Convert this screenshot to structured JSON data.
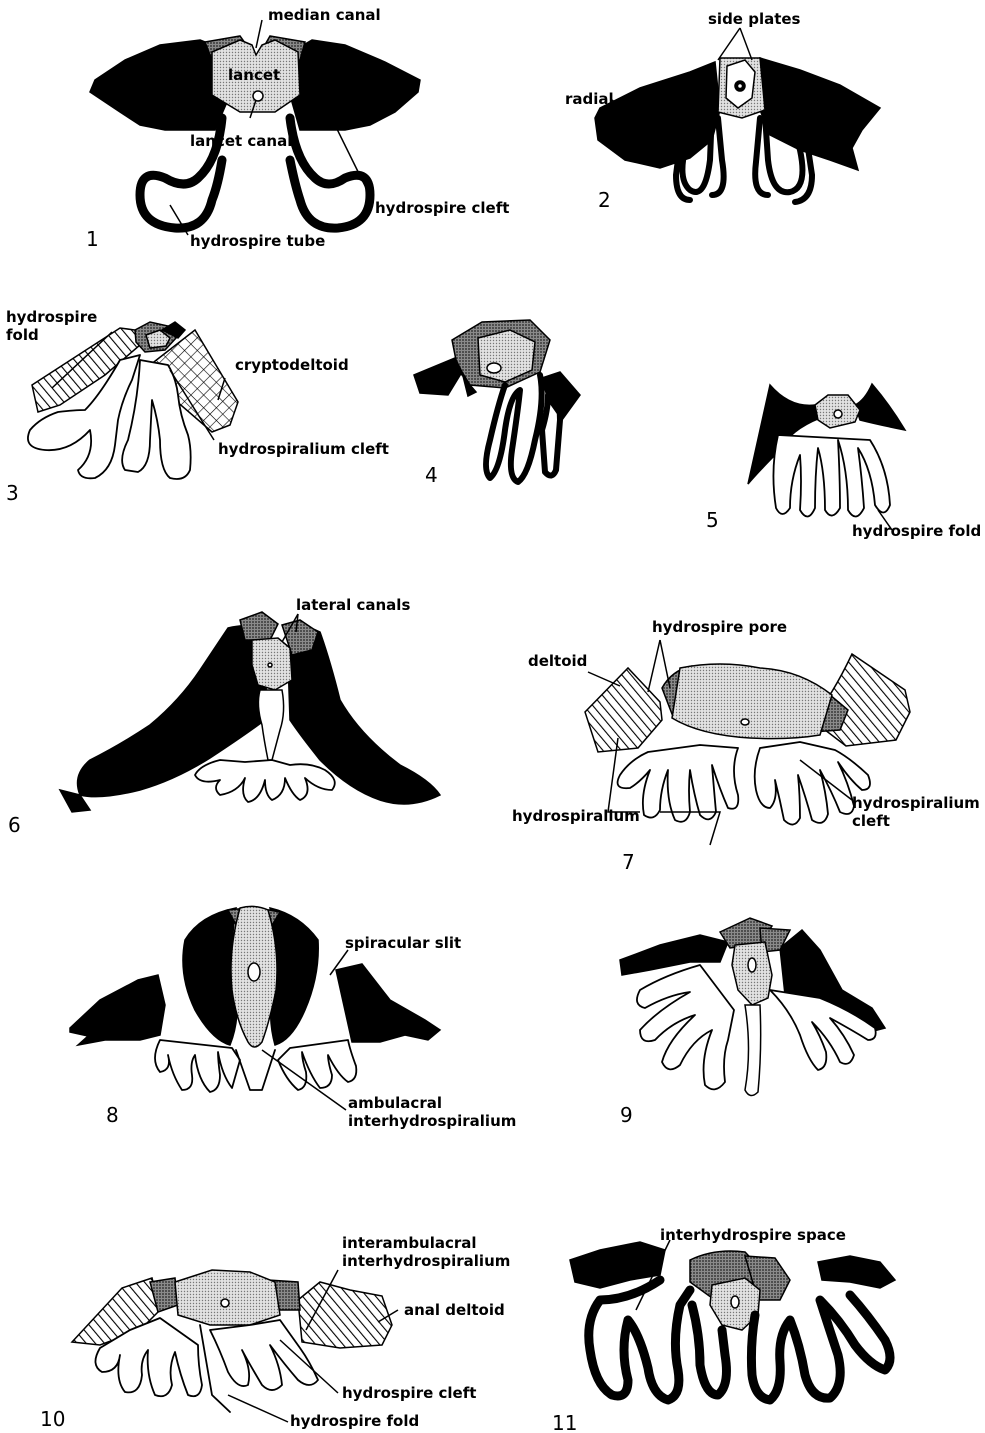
{
  "figures": [
    {
      "number": "1",
      "labels": {
        "median_canal": "median canal",
        "lancet": "lancet",
        "lancet_canal": "lancet canal",
        "hydrospire_cleft": "hydrospire cleft",
        "hydrospire_tube": "hydrospire tube"
      }
    },
    {
      "number": "2",
      "labels": {
        "side_plates": "side plates",
        "radial": "radial"
      }
    },
    {
      "number": "3",
      "labels": {
        "hydrospire_fold_line1": "hydrospire",
        "hydrospire_fold_line2": "fold",
        "cryptodeltoid": "cryptodeltoid",
        "hydrospiralium_cleft": "hydrospiralium cleft"
      }
    },
    {
      "number": "4",
      "labels": {}
    },
    {
      "number": "5",
      "labels": {
        "hydrospire_fold": "hydrospire fold"
      }
    },
    {
      "number": "6",
      "labels": {
        "lateral_canals": "lateral canals"
      }
    },
    {
      "number": "7",
      "labels": {
        "hydrospire_pore": "hydrospire pore",
        "deltoid": "deltoid",
        "hydrospiralium": "hydrospiralium",
        "hydrospiralium_cleft_line1": "hydrospiralium",
        "hydrospiralium_cleft_line2": "cleft"
      }
    },
    {
      "number": "8",
      "labels": {
        "spiracular_slit": "spiracular slit",
        "ambulacral_line1": "ambulacral",
        "ambulacral_line2": "interhydrospiralium"
      }
    },
    {
      "number": "9",
      "labels": {}
    },
    {
      "number": "10",
      "labels": {
        "interambulacral_line1": "interambulacral",
        "interambulacral_line2": "interhydrospiralium",
        "anal_deltoid": "anal deltoid",
        "hydrospire_cleft": "hydrospire cleft",
        "hydrospire_fold": "hydrospire fold"
      }
    },
    {
      "number": "11",
      "labels": {
        "interhydrospire_space": "interhydrospire space"
      }
    }
  ],
  "colors": {
    "ink": "#000000",
    "background": "#ffffff",
    "stipple_dark": "#555555",
    "stipple_light": "#b8b8b8"
  }
}
